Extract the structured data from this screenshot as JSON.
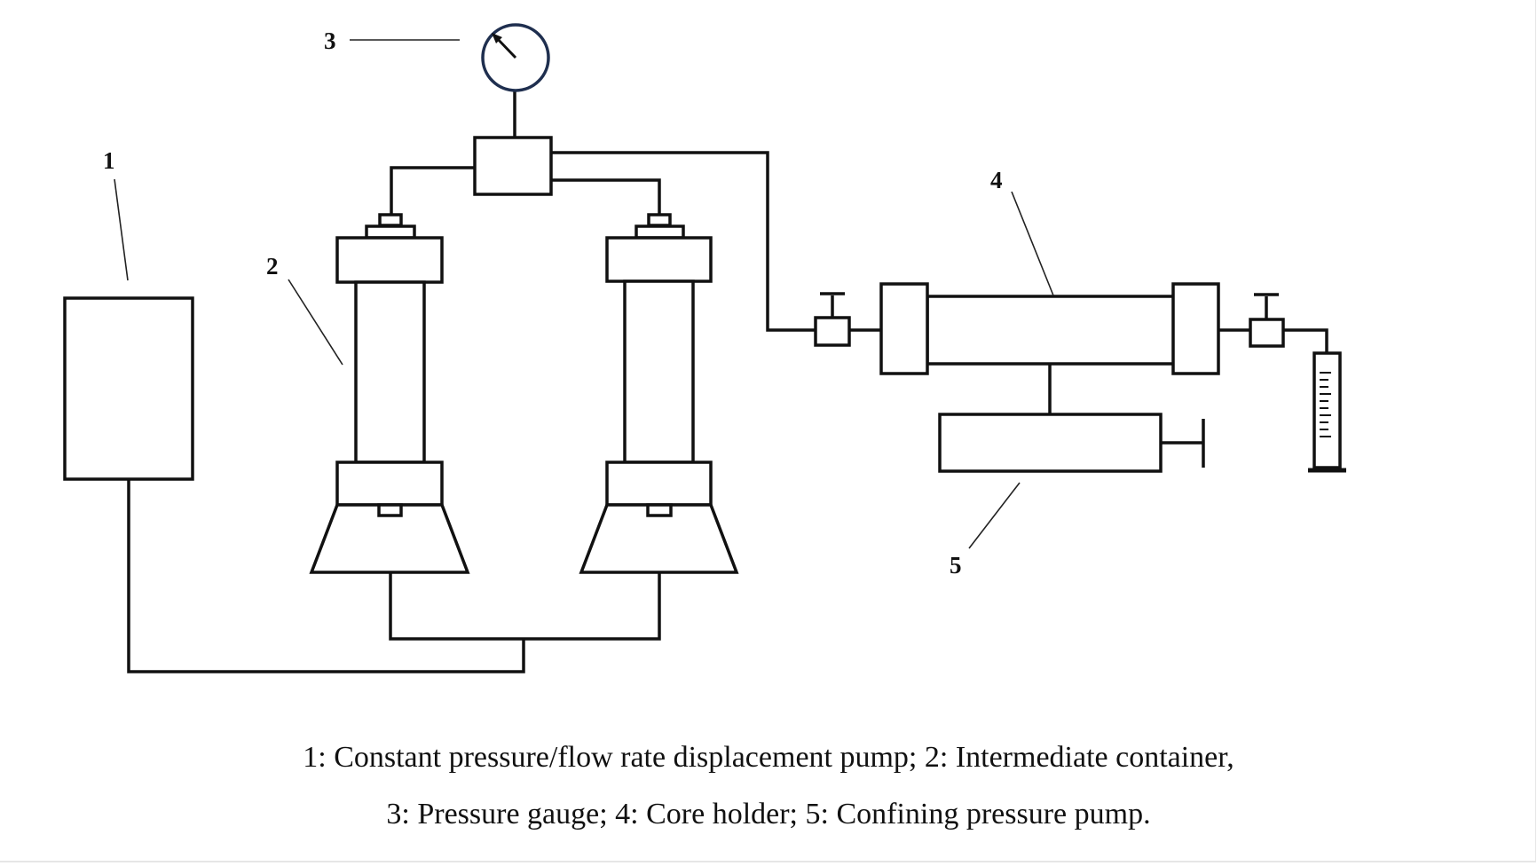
{
  "labels": {
    "pump": "1",
    "container": "2",
    "gauge": "3",
    "core_holder": "4",
    "confining_pump": "5"
  },
  "caption": {
    "line1": "1: Constant pressure/flow rate displacement pump; 2: Intermediate container,",
    "line2": "3: Pressure gauge; 4: Core holder; 5: Confining pressure pump."
  },
  "colors": {
    "line": "#111111",
    "gauge_outline": "#1f2f4f",
    "background": "#ffffff"
  }
}
